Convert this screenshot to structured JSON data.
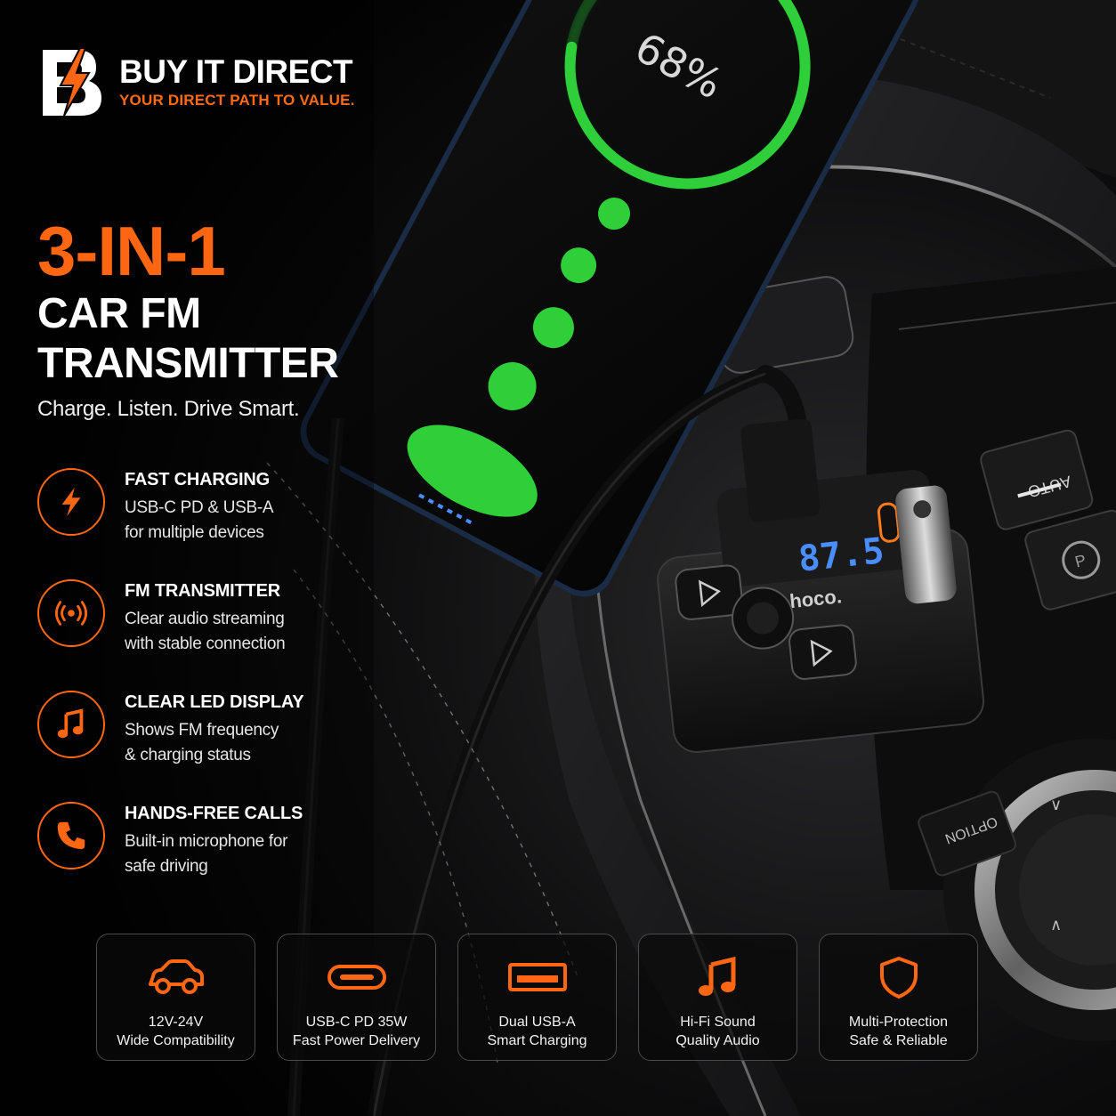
{
  "brand": {
    "name": "BUY IT DIRECT",
    "tagline": "YOUR DIRECT PATH TO VALUE."
  },
  "headline": {
    "big": "3-IN-1",
    "line1": "CAR FM",
    "line2": "TRANSMITTER",
    "tagline": "Charge. Listen. Drive Smart."
  },
  "phone": {
    "battery_readout": "68%",
    "battery_level_fraction": 0.68,
    "charge_color": "#2fcf3a"
  },
  "device": {
    "display_frequency": "87.5",
    "brand_mark": "hoco."
  },
  "console": {
    "auto_button": "AUTO",
    "option_button": "OPTION"
  },
  "colors": {
    "accent": "#ff6612",
    "background": "#050505",
    "led_blue": "#4a8dff"
  },
  "features": [
    {
      "icon": "lightning-icon",
      "title": "FAST CHARGING",
      "desc1": "USB-C PD & USB-A",
      "desc2": "for multiple devices"
    },
    {
      "icon": "signal-icon",
      "title": "FM TRANSMITTER",
      "desc1": "Clear audio streaming",
      "desc2": "with stable connection"
    },
    {
      "icon": "music-note-icon",
      "title": "CLEAR LED DISPLAY",
      "desc1": "Shows FM frequency",
      "desc2": "& charging status"
    },
    {
      "icon": "phone-icon",
      "title": "HANDS-FREE CALLS",
      "desc1": "Built-in microphone for",
      "desc2": "safe driving"
    }
  ],
  "cards": [
    {
      "icon": "car-icon",
      "line1": "12V-24V",
      "line2": "Wide Compatibility"
    },
    {
      "icon": "usb-c-icon",
      "line1": "USB-C PD 35W",
      "line2": "Fast Power Delivery"
    },
    {
      "icon": "usb-a-icon",
      "line1": "Dual USB-A",
      "line2": "Smart Charging"
    },
    {
      "icon": "music-note-icon",
      "line1": "Hi-Fi Sound",
      "line2": "Quality Audio"
    },
    {
      "icon": "shield-icon",
      "line1": "Multi-Protection",
      "line2": "Safe & Reliable"
    }
  ]
}
